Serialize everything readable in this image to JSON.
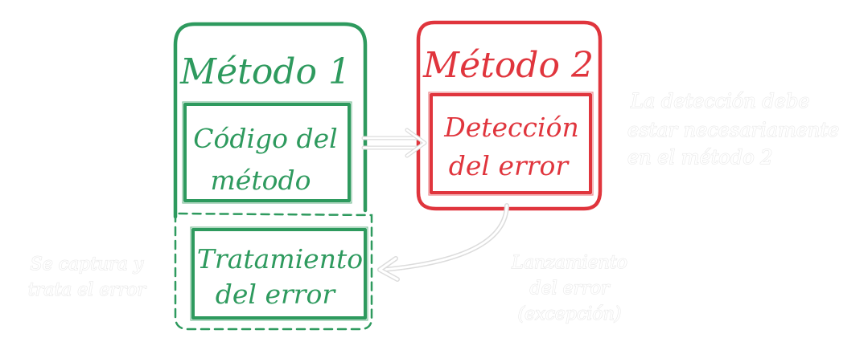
{
  "colors": {
    "green": "#2e9a5e",
    "red": "#e0353d",
    "ghost_outline": "#e8e8e8"
  },
  "method1": {
    "title": "Método 1",
    "code_box_line1": "Código del",
    "code_box_line2": "método",
    "handling_box_line1": "Tratamiento",
    "handling_box_line2": "del error"
  },
  "method2": {
    "title": "Método 2",
    "detection_box_line1": "Detección",
    "detection_box_line2": "del error"
  },
  "annotations": {
    "detection_note_line1": "La detección debe",
    "detection_note_line2": "estar necesariamente",
    "detection_note_line3": "en el método 2",
    "capture_note_line1": "Se captura y",
    "capture_note_line2": "trata el error",
    "throw_note_line1": "Lanzamiento",
    "throw_note_line2": "del error",
    "throw_note_line3": "(excepción)"
  },
  "icons": {
    "call_arrow": "double-arrow-right-icon",
    "return_arrow": "curved-arrow-left-icon"
  }
}
